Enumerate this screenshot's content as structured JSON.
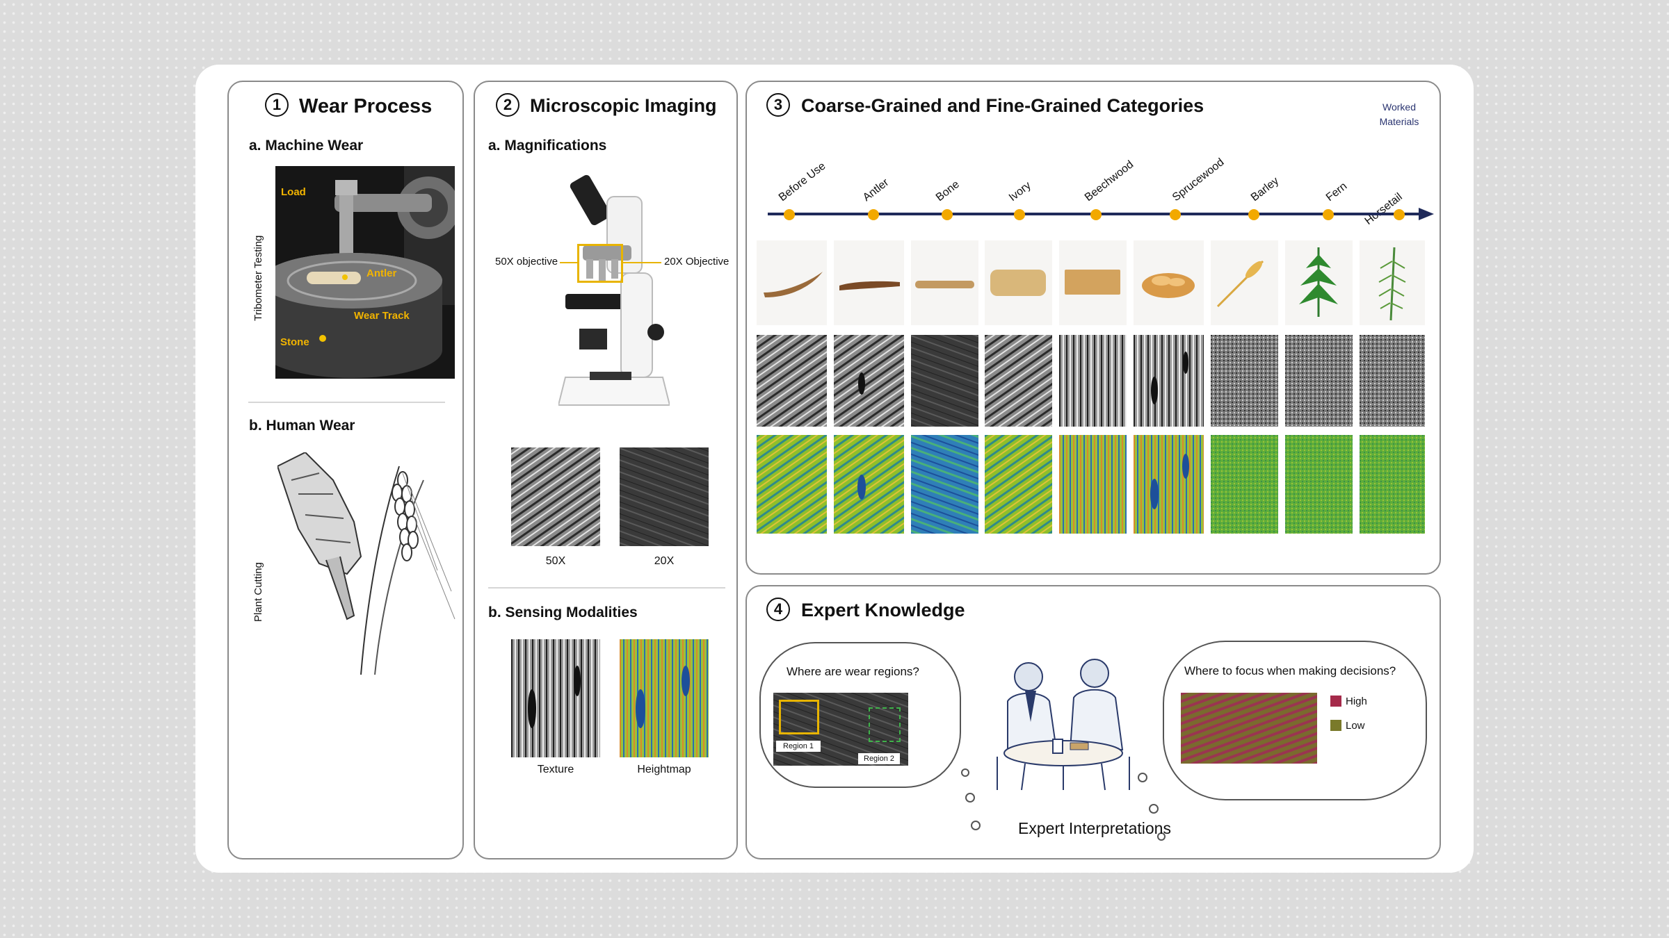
{
  "panel1": {
    "number": "1",
    "title": "Wear Process",
    "machine_wear": "a. Machine Wear",
    "tribometer": "Tribometer Testing",
    "labels": {
      "load": "Load",
      "antler": "Antler",
      "wear_track": "Wear Track",
      "stone": "Stone"
    },
    "human_wear": "b. Human Wear",
    "plant_cutting": "Plant Cutting"
  },
  "panel2": {
    "number": "2",
    "title": "Microscopic Imaging",
    "magnifications": "a. Magnifications",
    "obj50": "50X objective",
    "obj20": "20X Objective",
    "cap50": "50X",
    "cap20": "20X",
    "sensing": "b. Sensing Modalities",
    "texture": "Texture",
    "heightmap": "Heightmap"
  },
  "panel3": {
    "number": "3",
    "title": "Coarse-Grained and Fine-Grained Categories",
    "worked_materials_1": "Worked",
    "worked_materials_2": "Materials",
    "categories": [
      "Before Use",
      "Antler",
      "Bone",
      "Ivory",
      "Beechwood",
      "Sprucewood",
      "Barley",
      "Fern",
      "Horsetail"
    ]
  },
  "panel4": {
    "number": "4",
    "title": "Expert Knowledge",
    "q1": "Where are wear regions?",
    "region1": "Region 1",
    "region2": "Region 2",
    "q2": "Where to focus when making decisions?",
    "high": "High",
    "low": "Low",
    "footer": "Expert Interpretations"
  },
  "colors": {
    "timeline": "#1f2a5a",
    "dot": "#f2a900",
    "highlight": "#e8b400",
    "region2_box": "#3fb24a",
    "high": "#a52a4a",
    "low": "#7a7a2a"
  }
}
